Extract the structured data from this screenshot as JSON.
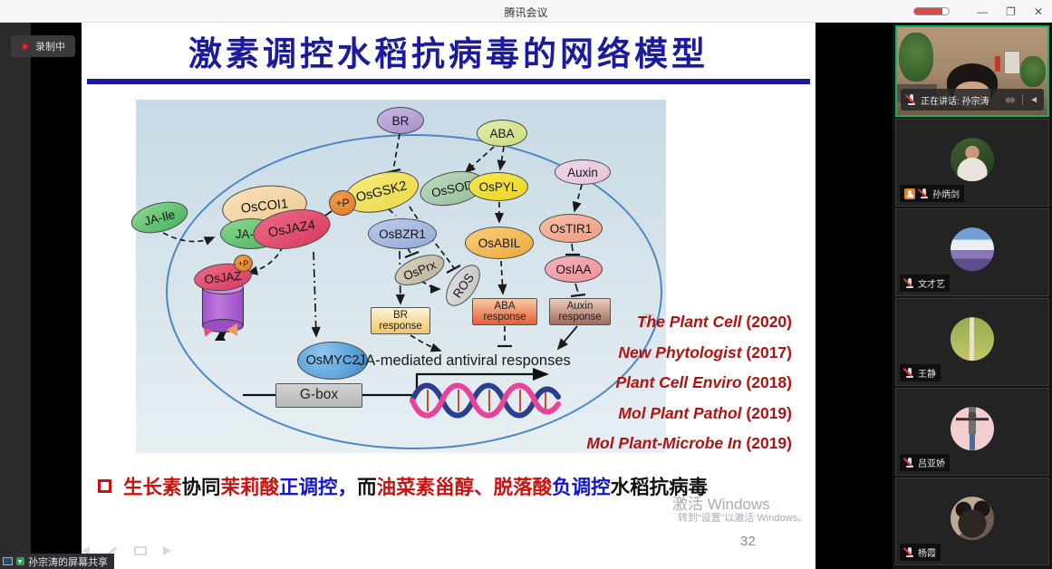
{
  "window": {
    "title": "腾讯会议",
    "controls": {
      "minimize": "—",
      "maximize": "❐",
      "close": "✕"
    },
    "recording_label": "录制中",
    "share_label": "孙宗涛的屏幕共享"
  },
  "slide": {
    "title": "激素调控水稻抗病毒的网络模型",
    "page_number": "32",
    "watermark": {
      "line1": "激活 Windows",
      "line2": "转到“设置”以激活 Windows。"
    },
    "citations": [
      {
        "journal": "The Plant Cell",
        "year": " (2020)"
      },
      {
        "journal": "New Phytologist",
        "year": " (2017)"
      },
      {
        "journal": "Plant Cell Enviro",
        "year": " (2018)"
      },
      {
        "journal": "Mol Plant Pathol",
        "year": " (2019)"
      },
      {
        "journal": "Mol Plant-Microbe In",
        "year": " (2019)"
      }
    ],
    "bullet": {
      "segments": [
        {
          "text": "生长素",
          "color": "red"
        },
        {
          "text": "协同",
          "color": "black"
        },
        {
          "text": "茉莉酸",
          "color": "red"
        },
        {
          "text": "正调控，",
          "color": "blue"
        },
        {
          "text": "而",
          "color": "black"
        },
        {
          "text": "油菜素甾醇、",
          "color": "red"
        },
        {
          "text": "脱落酸",
          "color": "red"
        },
        {
          "text": "负调控",
          "color": "blue"
        },
        {
          "text": "水稻抗病毒",
          "color": "black"
        }
      ]
    },
    "diagram": {
      "nodes": [
        {
          "label": "BR"
        },
        {
          "label": "ABA"
        },
        {
          "label": "Auxin"
        },
        {
          "label": "OsGSK2"
        },
        {
          "label": "OsSOD"
        },
        {
          "label": "OsPYL"
        },
        {
          "label": "OsCOI1"
        },
        {
          "label": "JA-Ile"
        },
        {
          "label": "JA-Ile"
        },
        {
          "label": "OsJAZ4"
        },
        {
          "label": "+P"
        },
        {
          "label": "OsBZR1"
        },
        {
          "label": "OsABIL"
        },
        {
          "label": "OsTIR1"
        },
        {
          "label": "OsIAA"
        },
        {
          "label": "OsPrx"
        },
        {
          "label": "ROS"
        },
        {
          "label": "OsJAZ"
        },
        {
          "label": "+P"
        },
        {
          "label": "OsMYC2"
        },
        {
          "label": "G-box"
        },
        {
          "label": "BR response"
        },
        {
          "label": "ABA response"
        },
        {
          "label": "Auxin response"
        }
      ],
      "ja_text": "JA-mediated antiviral responses"
    },
    "colors": {
      "title_blue": "#1b1b9b",
      "citation_red": "#b11212",
      "membrane_blue": "#4a86c8"
    }
  },
  "sidebar": {
    "speaking_text": "正在讲话: 孙宗涛",
    "participants": [
      {
        "name": "孙宗涛"
      },
      {
        "name": "孙炳剑"
      },
      {
        "name": "文才艺"
      },
      {
        "name": "王静"
      },
      {
        "name": "吕亚娇"
      },
      {
        "name": "杨霞"
      }
    ]
  }
}
